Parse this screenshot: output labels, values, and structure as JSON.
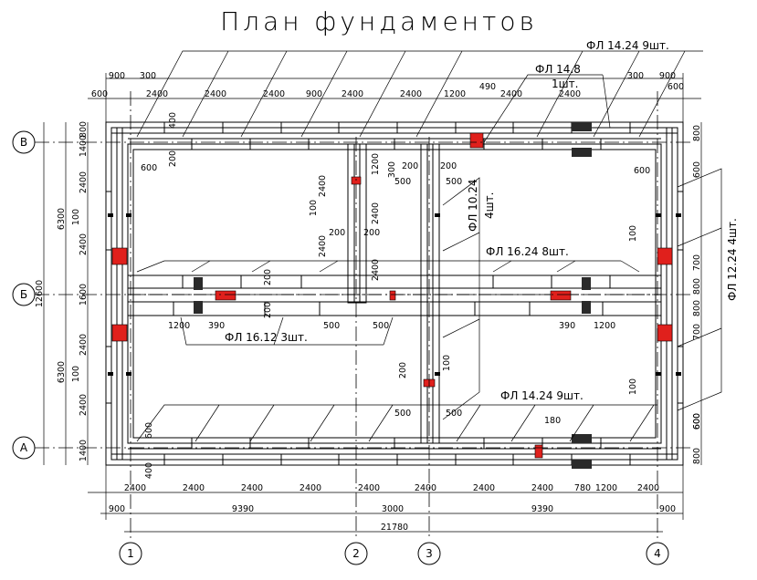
{
  "title": "План фундаментов",
  "colors": {
    "line": "#000000",
    "red_block": "#e0201c",
    "dark_block": "#222222"
  },
  "axes": {
    "vertical": [
      "1",
      "2",
      "3",
      "4"
    ],
    "horizontal": [
      "В",
      "Б",
      "А"
    ]
  },
  "labels": {
    "fl_14_24_top": "ФЛ 14.24  9шт.",
    "fl_14_8": "ФЛ 14.8",
    "fl_14_8_qty": "1шт.",
    "fl_10_24": "ФЛ 10.24",
    "fl_10_24_qty": "4шт.",
    "fl_16_24": "ФЛ 16.24     8шт.",
    "fl_12_24": "ФЛ 12.24   4шт.",
    "fl_16_12": "ФЛ 16.12  3шт.",
    "fl_14_24_bottom": "ФЛ 14.24  9шт."
  },
  "dims": {
    "top_row1": [
      "900",
      "300",
      "300",
      "900"
    ],
    "top_row2": [
      "600",
      "2400",
      "2400",
      "2400",
      "900",
      "2400",
      "2400",
      "1200",
      "490",
      "2400",
      "2400",
      "600"
    ],
    "bottom_row1": [
      "2400",
      "2400",
      "2400",
      "2400",
      "2400",
      "2400",
      "2400",
      "2400",
      "780",
      "1200",
      "2400"
    ],
    "bottom_row2": [
      "900",
      "9390",
      "3000",
      "9390",
      "900"
    ],
    "bottom_total": "21780",
    "left_outer": "12600",
    "left_mid": [
      "6300",
      "6300"
    ],
    "left_inner": [
      "800",
      "1400",
      "2400",
      "2400",
      "1600",
      "2400",
      "2400",
      "1400"
    ],
    "left_small": [
      "100",
      "100"
    ],
    "right": [
      "800",
      "600",
      "600",
      "700",
      "800",
      "800",
      "700",
      "600",
      "800"
    ],
    "inner": {
      "top_left": [
        "400",
        "200",
        "600"
      ],
      "top_center": [
        "1200",
        "300",
        "200",
        "200",
        "500",
        "500",
        "2400",
        "100",
        "2400",
        "200",
        "200",
        "2400"
      ],
      "mid": [
        "200",
        "200",
        "1200",
        "390",
        "500",
        "500",
        "390",
        "1200",
        "2400"
      ],
      "bottom": [
        "200",
        "100",
        "500",
        "500",
        "180",
        "600",
        "400"
      ],
      "small_100": [
        "100",
        "100",
        "100",
        "100"
      ],
      "right_600": [
        "600"
      ]
    }
  }
}
